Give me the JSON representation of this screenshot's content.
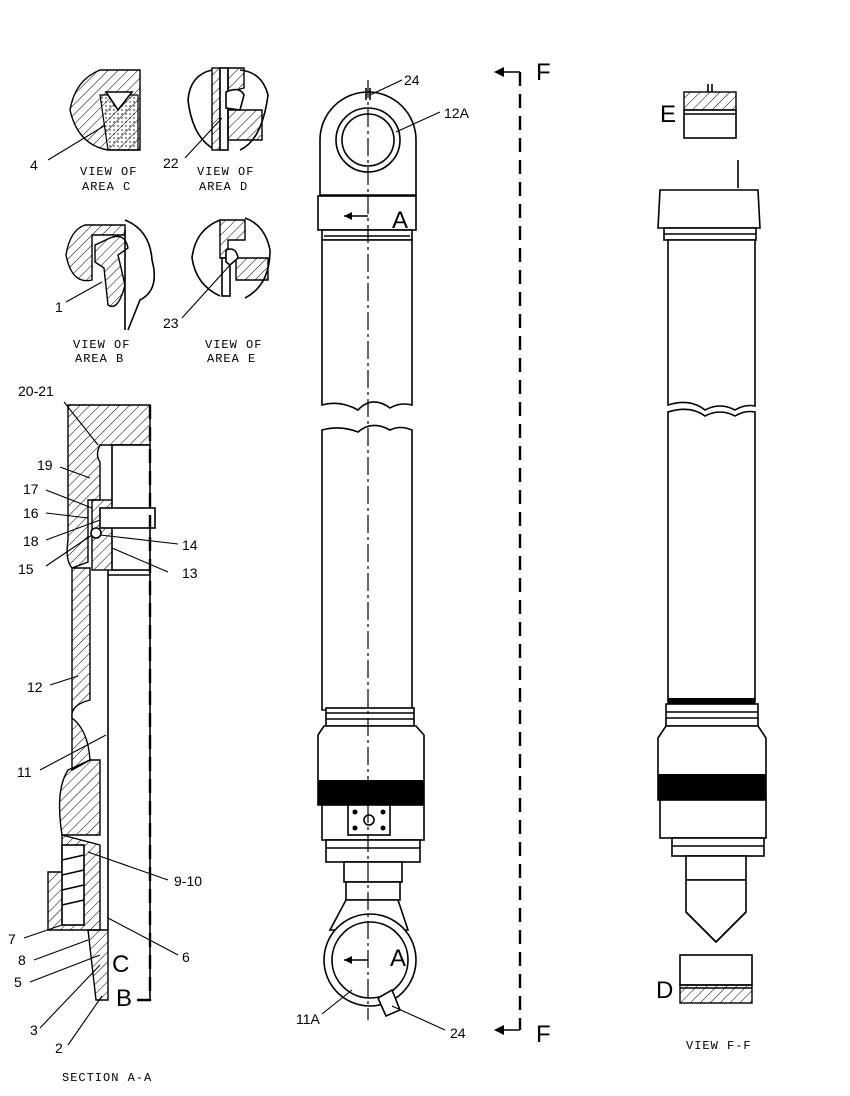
{
  "details": {
    "view_c": {
      "part": "4",
      "caption_line1": "VIEW OF",
      "caption_line2": "AREA C"
    },
    "view_d": {
      "part": "22",
      "caption_line1": "VIEW OF",
      "caption_line2": "AREA D"
    },
    "view_b": {
      "part": "1",
      "caption_line1": "VIEW OF",
      "caption_line2": "AREA B"
    },
    "view_e": {
      "part": "23",
      "caption_line1": "VIEW OF",
      "caption_line2": "AREA E"
    }
  },
  "section_aa": {
    "caption": "SECTION A-A",
    "callouts": [
      "20-21",
      "19",
      "17",
      "16",
      "18",
      "15",
      "14",
      "13",
      "12",
      "11",
      "9-10",
      "7",
      "8",
      "5",
      "3",
      "2",
      "6"
    ],
    "area_letters": [
      "C",
      "B"
    ]
  },
  "main_view": {
    "callouts": [
      "24",
      "12A",
      "11A",
      "24"
    ],
    "section_letters": [
      "A",
      "A"
    ],
    "view_letters": [
      "F",
      "F"
    ]
  },
  "view_ff": {
    "caption": "VIEW F-F",
    "area_letters": [
      "E",
      "D"
    ]
  }
}
